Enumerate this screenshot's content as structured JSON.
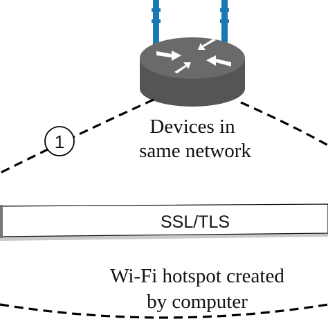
{
  "router": {
    "icon": "router-icon",
    "body_color": "#555555",
    "top_color": "#6a6a6a",
    "arrow_color": "#ffffff",
    "antenna_color": "#1a78b4"
  },
  "network_label": {
    "line1": "Devices in",
    "line2": "same network"
  },
  "step_badge": {
    "number": "1"
  },
  "tunnel": {
    "label": "SSL/TLS"
  },
  "hotspot_label": {
    "line1": "Wi-Fi hotspot created",
    "line2": "by computer"
  }
}
